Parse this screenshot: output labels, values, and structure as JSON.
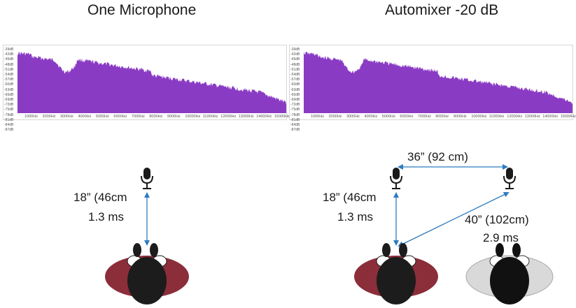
{
  "titles": {
    "left": "One Microphone",
    "right": "Automixer  -20 dB"
  },
  "spectrum": {
    "fill_color": "#8a3bc4",
    "y_ticks": [
      "-39dB",
      "-42dB",
      "-45dB",
      "-48dB",
      "-51dB",
      "-54dB",
      "-57dB",
      "-60dB",
      "-63dB",
      "-66dB",
      "-69dB",
      "-72dB",
      "-75dB",
      "-78dB",
      "-81dB",
      "-84dB",
      "-87dB"
    ],
    "x_ticks": [
      "1000Hz",
      "2000Hz",
      "3000Hz",
      "4000Hz",
      "5000Hz",
      "6000Hz",
      "7000Hz",
      "8000Hz",
      "9000Hz",
      "10000Hz",
      "11000Hz",
      "12000Hz",
      "13000Hz",
      "14000Hz",
      "15000Hz"
    ]
  },
  "diagram": {
    "arrow_color": "#2e7bbf",
    "left": {
      "distance": "18” (46cm",
      "delay": "1.3 ms"
    },
    "right": {
      "distance": "18” (46cm",
      "delay": "1.3 ms",
      "mic_spacing": "36” (92 cm)",
      "far_distance": "40” (102cm)",
      "far_delay": "2.9 ms"
    },
    "icons": [
      "microphone-icon",
      "person-top-view-icon"
    ],
    "colors": {
      "shirt_red": "#8b2e3a",
      "hair": "#1c1c1c",
      "ghost": "#d9d9d9"
    }
  }
}
